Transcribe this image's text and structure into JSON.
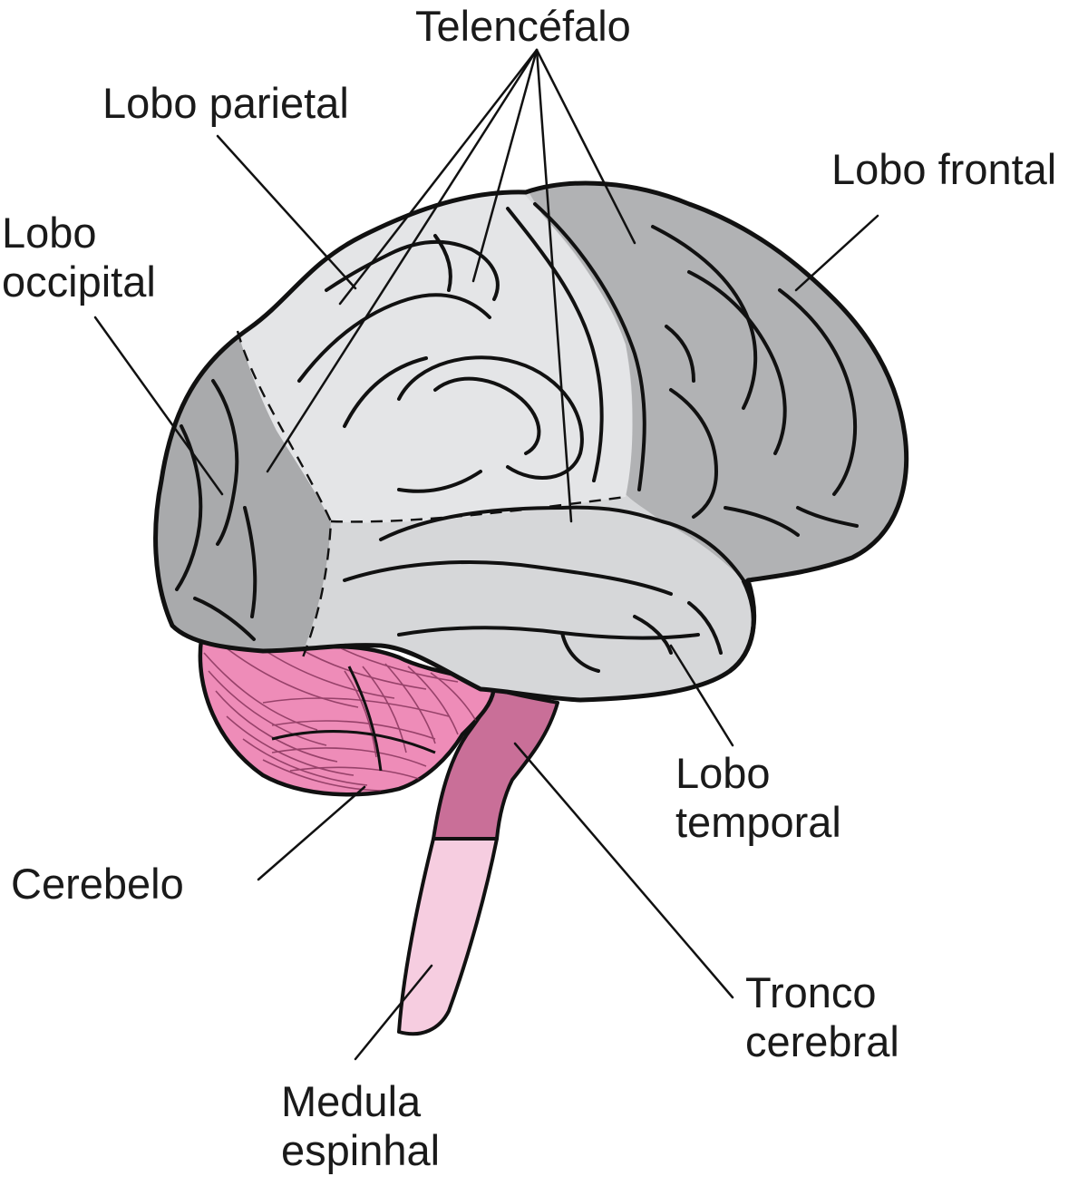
{
  "labels": {
    "telencefalo": "Telencéfalo",
    "lobo_parietal": "Lobo parietal",
    "lobo_frontal": "Lobo frontal",
    "lobo_occipital": [
      "Lobo",
      "occipital"
    ],
    "lobo_temporal": [
      "Lobo",
      "temporal"
    ],
    "cerebelo": "Cerebelo",
    "tronco_cerebral": [
      "Tronco",
      "cerebral"
    ],
    "medula_espinhal": [
      "Medula",
      "espinhal"
    ]
  },
  "colors": {
    "frontal": "#b1b2b4",
    "parietal": "#e4e5e7",
    "occipital": "#a9aaac",
    "temporal": "#d6d7d9",
    "cerebelo": "#ee8cb8",
    "tronco": "#c96f98",
    "medula": "#f6cde0",
    "outline": "#111111"
  }
}
